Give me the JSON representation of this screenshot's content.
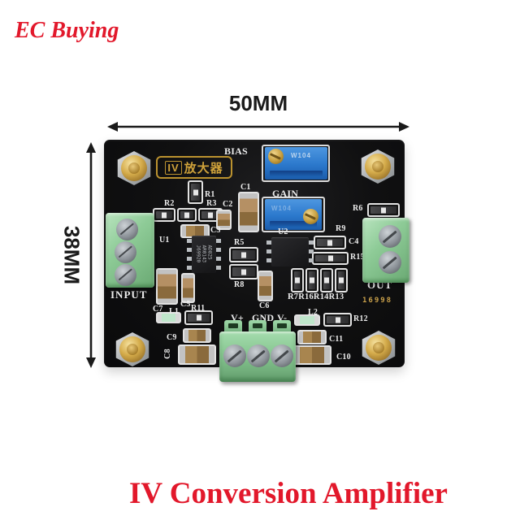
{
  "brand": "EC Buying",
  "product_title": "IV Conversion Amplifier",
  "dimensions": {
    "width": "50MM",
    "height": "38MM"
  },
  "board": {
    "model_prefix": "IV",
    "model_name": "放大器",
    "serial_number": "16998",
    "pots": {
      "bias_label": "BIAS",
      "bias_marking": "W104",
      "gain_label": "GAIN",
      "gain_marking": "W104"
    },
    "chips": {
      "u1_marking": "AD825 AR0143 J69920"
    },
    "silkscreen": {
      "input": "INPUT",
      "out": "OUT",
      "vplus": "V+",
      "gnd": "GND",
      "vminus": "V-",
      "r1": "R1",
      "r2": "R2",
      "r3": "R3",
      "r5": "R5",
      "r6": "R6",
      "r8": "R8",
      "r9": "R9",
      "r11": "R11",
      "r12": "R12",
      "r15": "R15",
      "bank": "R7R16R14R13",
      "c1": "C1",
      "c2": "C2",
      "c3": "C3",
      "c4": "C4",
      "c5": "C5",
      "c6": "C6",
      "c7": "C7",
      "c8": "C8",
      "c9": "C9",
      "c10": "C10",
      "c11": "C11",
      "l1": "L1",
      "l2": "L2",
      "u1": "U1",
      "u2": "U2"
    }
  },
  "colors": {
    "accent_red": "#e2182b",
    "pcb_black": "#0c0c0d",
    "gold": "#cfa23a",
    "terminal_green": "#86c690",
    "pot_blue": "#2b78cc",
    "silkscreen_white": "#ececec"
  }
}
